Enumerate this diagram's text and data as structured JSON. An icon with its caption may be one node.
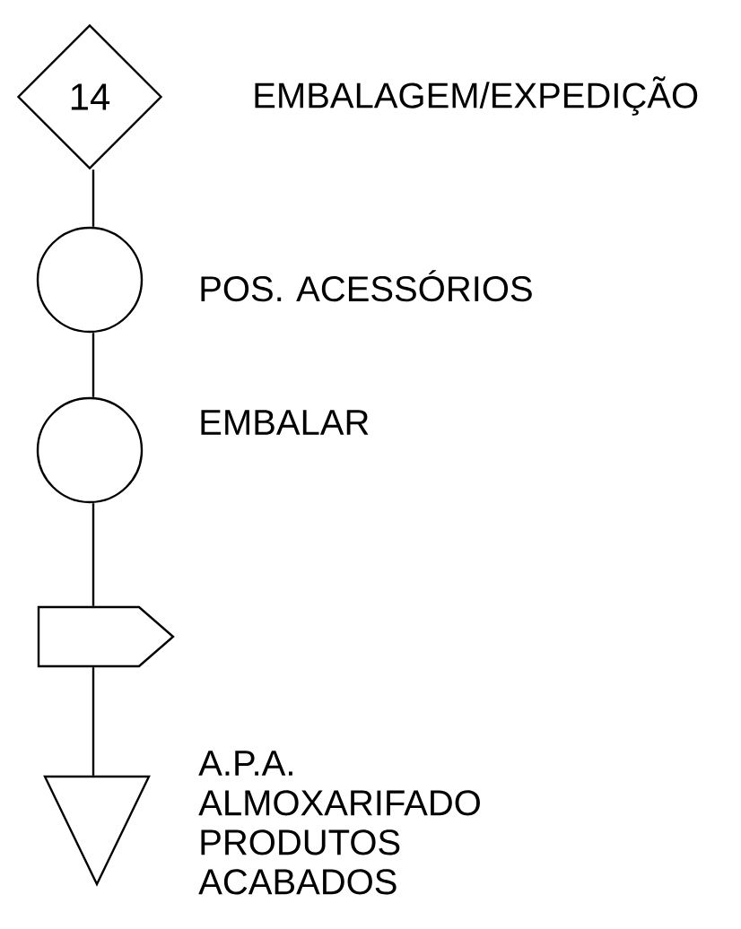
{
  "diagram": {
    "nodes": [
      {
        "text": [
          "14"
        ],
        "beside": [
          "EMBALAGEM/EXPEDIÇÃO"
        ]
      },
      {
        "text": [],
        "shape": "circle",
        "beside": [
          "POS. ACESSÓRIOS"
        ]
      },
      {
        "text": [],
        "shape": "circle",
        "beside": [
          "EMBALAR"
        ]
      },
      {
        "text": [],
        "shape": "flag"
      },
      {
        "text": [],
        "shape": "triangle",
        "beside": [
          "A.P.A.",
          "ALMOXARIFADO PRODUTOS ACABADOS"
        ]
      }
    ],
    "edges": [
      {
        "from": 0,
        "to": 1,
        "arrow": "none"
      },
      {
        "from": 1,
        "to": 2,
        "arrow": "none"
      },
      {
        "from": 2,
        "to": 3,
        "arrow": "none"
      },
      {
        "from": 3,
        "to": 4,
        "arrow": "none"
      }
    ]
  }
}
